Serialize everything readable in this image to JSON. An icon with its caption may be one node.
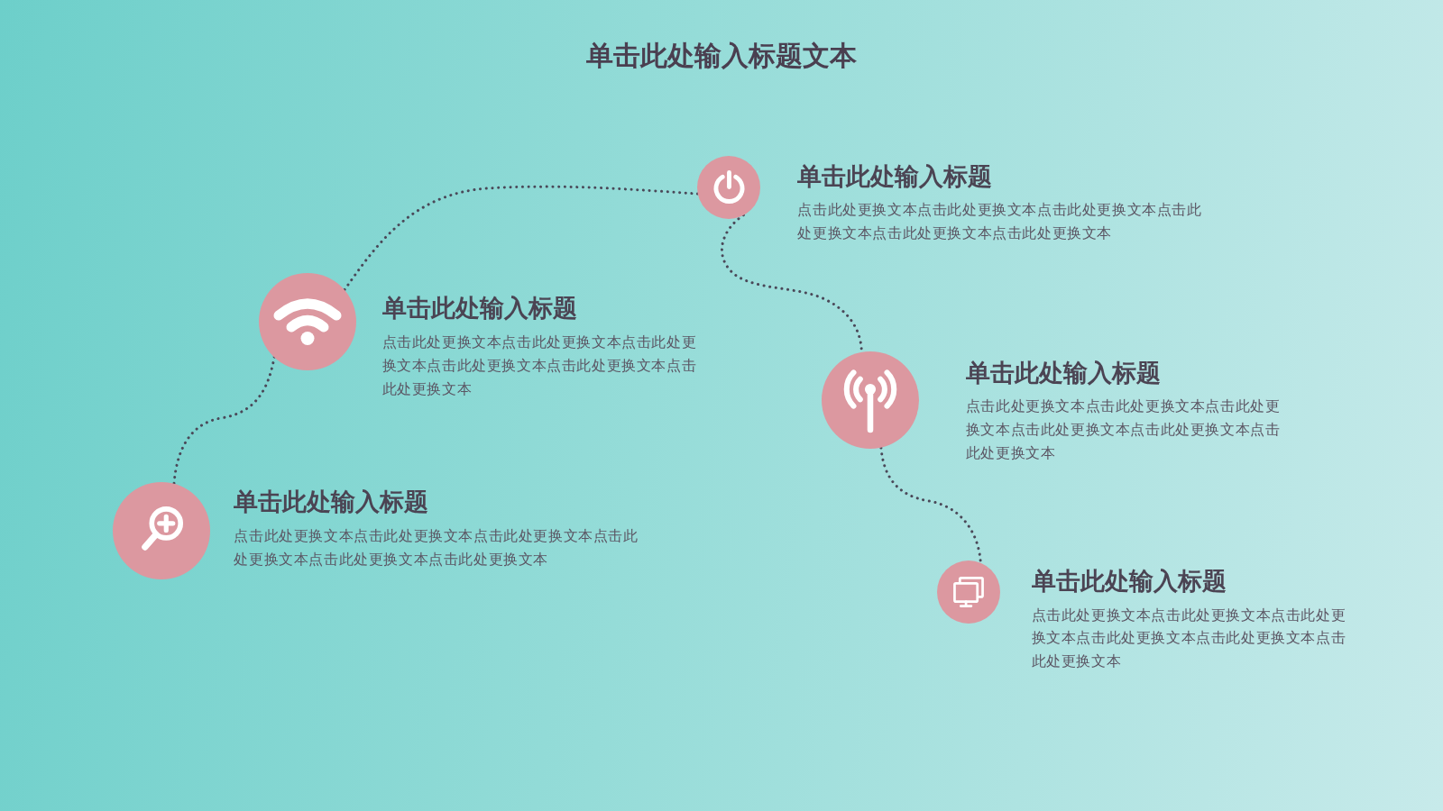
{
  "diagram": {
    "title": "单击此处输入标题文本",
    "nodes": [
      {
        "text": [],
        "shape": "circle",
        "beside": [
          "单击此处输入标题",
          "点击此处更换文本点击此处更换文本点击此处更换文本点击此处更换文本点击此处更换文本点击此处更换文本"
        ]
      },
      {
        "text": [],
        "shape": "circle",
        "beside": [
          "单击此处输入标题",
          "点击此处更换文本点击此处更换文本点击此处更换文本点击此处更换文本点击此处更换文本点击此处更换文本"
        ]
      },
      {
        "text": [],
        "shape": "circle",
        "beside": [
          "单击此处输入标题",
          "点击此处更换文本点击此处更换文本点击此处更换文本点击此处更换文本点击此处更换文本点击此处更换文本"
        ]
      },
      {
        "text": [],
        "shape": "circle",
        "beside": [
          "单击此处输入标题",
          "点击此处更换文本点击此处更换文本点击此处更换文本点击此处更换文本点击此处更换文本点击此处更换文本"
        ]
      },
      {
        "text": [],
        "shape": "circle",
        "beside": [
          "单击此处输入标题",
          "点击此处更换文本点击此处更换文本点击此处更换文本点击此处更换文本点击此处更换文本点击此处更换文本"
        ]
      }
    ],
    "edges": [
      {
        "from": 0,
        "to": 1,
        "arrow": "none",
        "style": "dashed"
      },
      {
        "from": 1,
        "to": 2,
        "arrow": "none",
        "style": "dashed"
      },
      {
        "from": 2,
        "to": 3,
        "arrow": "none",
        "style": "dashed"
      },
      {
        "from": 3,
        "to": 4,
        "arrow": "none",
        "style": "dashed"
      }
    ]
  }
}
